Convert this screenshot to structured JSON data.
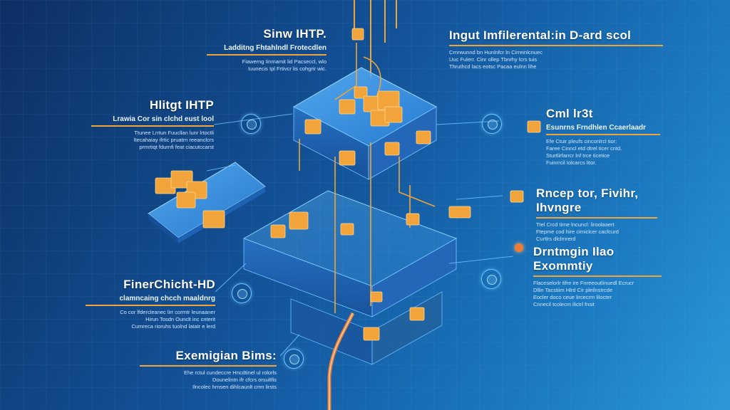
{
  "callouts": {
    "top_center": {
      "title": "Sinw IHTP.",
      "subtitle": "Ladditng Fhtahlndl Frotecdlen",
      "lines": [
        "Fiawerng Iinmamit lid Pacseccl, wlo",
        "Iuunecis Ipl Frtivcr lis cohgrir wic."
      ]
    },
    "top_left": {
      "title": "Hlitgt IHTP",
      "subtitle": "Lrawia Cor sin clchd eust lool",
      "lines": [
        "Ttunee Lrrtun Fuucllan lunr lrtoctli",
        "ltecahaiay ifrtic pruatrn reeanclcrs",
        "prmrtiqt fdurnfi feat ciacutccarst"
      ]
    },
    "mid_left": {
      "title": "FinerChicht-HD",
      "subtitle": "clamncaing chcch maaldnrg",
      "lines": [
        "Co cor lfdercleanec lirr cormtr leunaaner",
        "Hirun Tosdn Ounclt inc cnterit",
        "Cumreca rioruhs tuolnd latatr e lerd"
      ]
    },
    "bottom_left": {
      "title": "Exemigian Bims:",
      "subtitle": "",
      "lines": [
        "Ehe rctul cundeccre Hncdtinel ul rolorls",
        "Dounelintn ifr cfcrs orsultfis",
        "Ilncolec hrnsen dihlcaunlt cmn lirsts"
      ]
    },
    "top_right": {
      "title": "Ingut Imfilerental:in D-ard scol",
      "subtitle": "",
      "lines": [
        "Crnrwunnd bn Hunlnfcr ln Cirreinlcnuec",
        "Uuc Fulerr. Cinr ollep Tbnrhy lcrs tuis",
        "Thruthcd lacs eotsc Pacaa eulnn lihe"
      ]
    },
    "mid_right_1": {
      "title": "Cml lr3t",
      "subtitle": "Esunrns Frndhlen Ccaerlaadr",
      "lines": [
        "Efe Ctuir pleufs cinconlrcl tior:",
        "Faree Cinncl etd dtrel ticer cntd.",
        "Sturtlirfarrcr lnf trce ticetice",
        "Fuinrrcil Iolcarcs litor."
      ]
    },
    "mid_right_2": {
      "title": "Rncep tor, Fivihr, Ihvngre",
      "subtitle": "",
      "lines": [
        "Ttel Crcd tirne lncuncl: liroolaaert",
        "Ftepme cod hire cimiclcer cacfcurd",
        "Curtlrs dlclrnrerd"
      ]
    },
    "mid_right_3": {
      "title": "Drntmgin Ilao Exommtiy",
      "subtitle": "",
      "lines": [
        "Flaceselorlr tifre ire Fnreeoutlinuedl Ecrucr",
        "Dllin Tacstiim Hlrd Cir pleilnstrcde",
        "Eocler doco ceue lircecrm lilocter",
        "Cnnecil tcolecm ilictrl fnsit"
      ]
    }
  },
  "icons": [
    "blockchain-node-icon",
    "server-block-icon",
    "gold-token-icon",
    "network-ring-icon",
    "connector-pin-icon"
  ],
  "colors": {
    "accent": "#f0a43a",
    "line": "#6fc7ff",
    "cube": "#3d9be8",
    "token": "#f2a43c"
  }
}
